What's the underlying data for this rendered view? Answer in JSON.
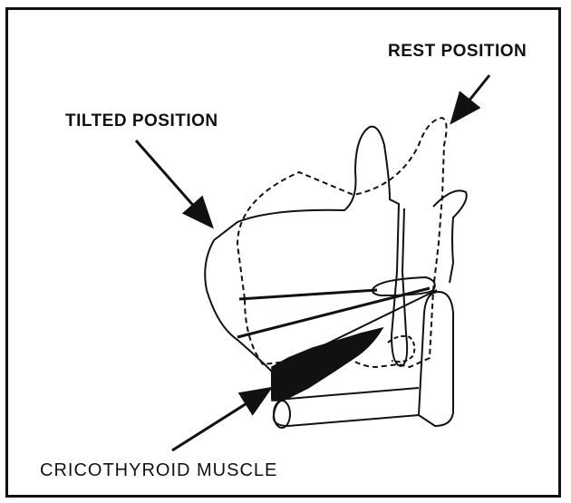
{
  "labels": {
    "rest_position": "REST POSITION",
    "tilted_position": "TILTED POSITION",
    "cricothyroid_muscle": "CRICOTHYROID  MUSCLE"
  },
  "colors": {
    "ink": "#111111",
    "background": "#ffffff"
  }
}
